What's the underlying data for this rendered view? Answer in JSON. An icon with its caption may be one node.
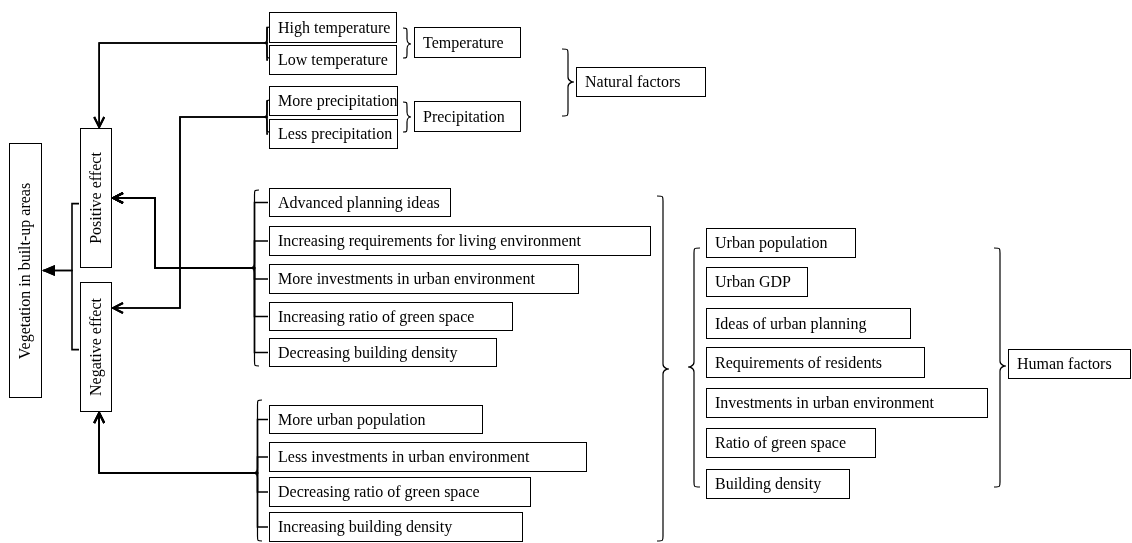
{
  "diagram": {
    "nodes": [
      {
        "text": [
          "Vegetation in built-up areas"
        ]
      },
      {
        "text": [
          "Positive effect"
        ]
      },
      {
        "text": [
          "Negative effect"
        ]
      },
      {
        "text": [
          "High temperature"
        ]
      },
      {
        "text": [
          "Low temperature"
        ]
      },
      {
        "text": [
          "More precipitation"
        ]
      },
      {
        "text": [
          "Less precipitation"
        ]
      },
      {
        "text": [
          "Temperature"
        ]
      },
      {
        "text": [
          "Precipitation"
        ]
      },
      {
        "text": [
          "Natural factors"
        ]
      },
      {
        "text": [
          "Advanced planning ideas"
        ]
      },
      {
        "text": [
          "Increasing requirements for living environment"
        ]
      },
      {
        "text": [
          "More investments in urban environment"
        ]
      },
      {
        "text": [
          "Increasing ratio of green space"
        ]
      },
      {
        "text": [
          "Decreasing building density"
        ]
      },
      {
        "text": [
          "More urban population"
        ]
      },
      {
        "text": [
          "Less investments in urban environment"
        ]
      },
      {
        "text": [
          "Decreasing ratio of green space"
        ]
      },
      {
        "text": [
          "Increasing building density"
        ]
      },
      {
        "text": [
          "Urban population"
        ]
      },
      {
        "text": [
          "Urban GDP"
        ]
      },
      {
        "text": [
          "Ideas of urban planning"
        ]
      },
      {
        "text": [
          "Requirements of residents"
        ]
      },
      {
        "text": [
          "Investments in urban environment"
        ]
      },
      {
        "text": [
          "Ratio of green space"
        ]
      },
      {
        "text": [
          "Building density"
        ]
      },
      {
        "text": [
          "Human factors"
        ]
      }
    ],
    "edges": [
      {
        "from": 3,
        "to": 1,
        "arrow": "to"
      },
      {
        "from": 4,
        "to": 1,
        "arrow": "to"
      },
      {
        "from": 5,
        "to": 2,
        "arrow": "to"
      },
      {
        "from": 6,
        "to": 2,
        "arrow": "to"
      },
      {
        "from": 10,
        "to": 1,
        "arrow": "to"
      },
      {
        "from": 11,
        "to": 1,
        "arrow": "to"
      },
      {
        "from": 12,
        "to": 1,
        "arrow": "to"
      },
      {
        "from": 13,
        "to": 1,
        "arrow": "to"
      },
      {
        "from": 14,
        "to": 1,
        "arrow": "to"
      },
      {
        "from": 15,
        "to": 2,
        "arrow": "to"
      },
      {
        "from": 16,
        "to": 2,
        "arrow": "to"
      },
      {
        "from": 17,
        "to": 2,
        "arrow": "to"
      },
      {
        "from": 18,
        "to": 2,
        "arrow": "to"
      },
      {
        "from": 1,
        "to": 0,
        "arrow": "to"
      },
      {
        "from": 2,
        "to": 0,
        "arrow": "to"
      }
    ]
  }
}
